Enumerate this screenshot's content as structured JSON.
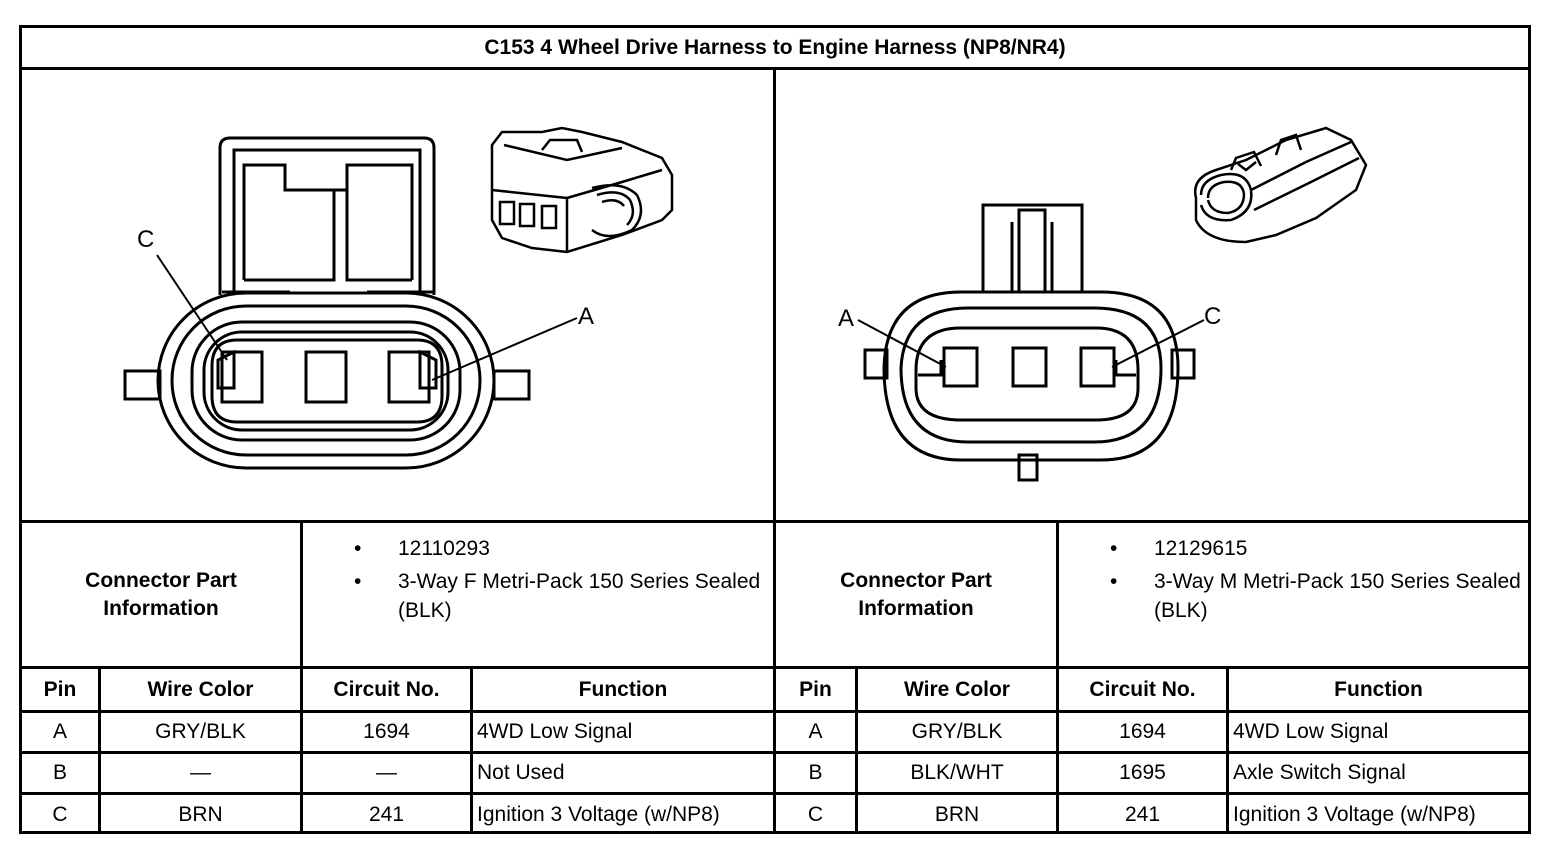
{
  "title": "C153 4 Wheel Drive Harness to Engine Harness (NP8/NR4)",
  "left": {
    "pin_labels": {
      "c": "C",
      "a": "A"
    },
    "connector_label": "Connector Part Information",
    "part_info": [
      "12110293",
      "3-Way F Metri-Pack 150 Series Sealed (BLK)"
    ],
    "headers": [
      "Pin",
      "Wire Color",
      "Circuit No.",
      "Function"
    ],
    "rows": [
      [
        "A",
        "GRY/BLK",
        "1694",
        "4WD Low Signal"
      ],
      [
        "B",
        "—",
        "—",
        "Not Used"
      ],
      [
        "C",
        "BRN",
        "241",
        "Ignition 3 Voltage (w/NP8)"
      ]
    ]
  },
  "right": {
    "pin_labels": {
      "a": "A",
      "c": "C"
    },
    "connector_label": "Connector Part Information",
    "part_info": [
      "12129615",
      "3-Way M Metri-Pack 150 Series Sealed (BLK)"
    ],
    "headers": [
      "Pin",
      "Wire Color",
      "Circuit No.",
      "Function"
    ],
    "rows": [
      [
        "A",
        "GRY/BLK",
        "1694",
        "4WD Low Signal"
      ],
      [
        "B",
        "BLK/WHT",
        "1695",
        "Axle Switch Signal"
      ],
      [
        "C",
        "BRN",
        "241",
        "Ignition 3 Voltage (w/NP8)"
      ]
    ]
  },
  "bullet_glyph": "•"
}
